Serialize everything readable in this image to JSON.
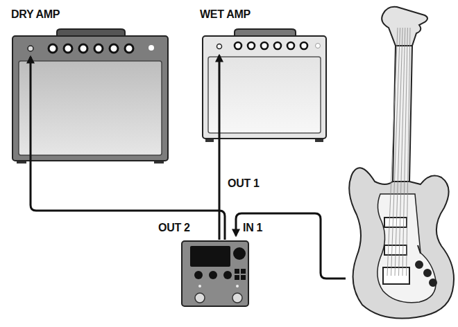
{
  "diagram": {
    "nodes": [
      {
        "text": [
          "DRY AMP"
        ]
      },
      {
        "text": [
          "WET AMP"
        ]
      }
    ],
    "labels": [
      "OUT 1",
      "OUT 2",
      "IN 1"
    ]
  }
}
